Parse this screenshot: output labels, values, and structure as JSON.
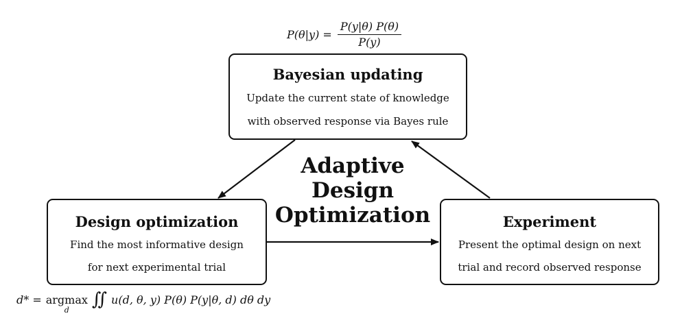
{
  "title": "Adaptive Design Optimization",
  "center_title_lines": [
    "Adaptive",
    "Design",
    "Optimization"
  ],
  "nodes": {
    "bayesian_updating": {
      "title": "Bayesian updating",
      "description_lines": [
        "Update the current state of knowledge",
        "with observed response via Bayes rule"
      ]
    },
    "design_optimization": {
      "title": "Design optimization",
      "description_lines": [
        "Find the most informative design",
        "for next experimental trial"
      ]
    },
    "experiment": {
      "title": "Experiment",
      "description_lines": [
        "Present the optimal design on next",
        "trial and record observed response"
      ]
    }
  },
  "formulas": {
    "bayes": {
      "lhs": "P(θ|y) =",
      "numerator": "P(y|θ) P(θ)",
      "denominator": "P(y)"
    },
    "design": {
      "lhs": "d* =",
      "operator": "argmax",
      "operator_sub": "d",
      "integral": "∬",
      "integrand": "u(d, θ, y) P(θ) P(y|θ, d) dθ dy"
    }
  },
  "edges": [
    {
      "from": "bayesian_updating",
      "to": "design_optimization"
    },
    {
      "from": "design_optimization",
      "to": "experiment"
    },
    {
      "from": "experiment",
      "to": "bayesian_updating"
    }
  ]
}
